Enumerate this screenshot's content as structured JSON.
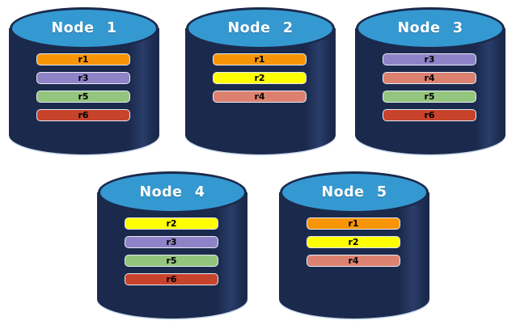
{
  "colors": {
    "cylinder_body": "#1B2A4C",
    "cylinder_top": "#3599D1",
    "title_text": "#FFFFFF",
    "bar_border": "#E4ECF5",
    "bar_text": "#000000",
    "background": "#FFFFFF"
  },
  "replica_colors": {
    "r1": "#F79506",
    "r2": "#FFFF00",
    "r3": "#8F83C8",
    "r4": "#DC8170",
    "r5": "#93C57E",
    "r6": "#C8432B"
  },
  "nodes": [
    {
      "label": "Node 1",
      "replicas": [
        "r1",
        "r3",
        "r5",
        "r6"
      ]
    },
    {
      "label": "Node 2",
      "replicas": [
        "r1",
        "r2",
        "r4"
      ]
    },
    {
      "label": "Node 3",
      "replicas": [
        "r3",
        "r4",
        "r5",
        "r6"
      ]
    },
    {
      "label": "Node 4",
      "replicas": [
        "r2",
        "r3",
        "r5",
        "r6"
      ]
    },
    {
      "label": "Node 5",
      "replicas": [
        "r1",
        "r2",
        "r4"
      ]
    }
  ]
}
